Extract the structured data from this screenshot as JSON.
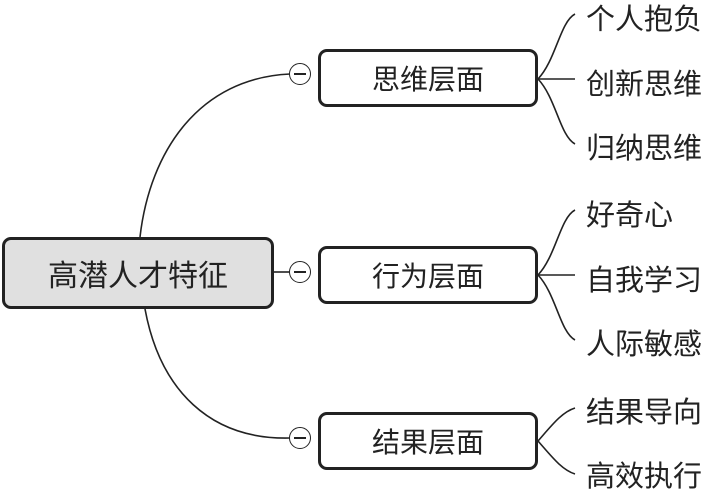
{
  "root": {
    "label": "高潜人才特征"
  },
  "branches": [
    {
      "label": "思维层面",
      "children": [
        "个人抱负",
        "创新思维",
        "归纳思维"
      ]
    },
    {
      "label": "行为层面",
      "children": [
        "好奇心",
        "自我学习",
        "人际敏感"
      ]
    },
    {
      "label": "结果层面",
      "children": [
        "结果导向",
        "高效执行"
      ]
    }
  ],
  "collapse_icon": "minus-circle-icon"
}
